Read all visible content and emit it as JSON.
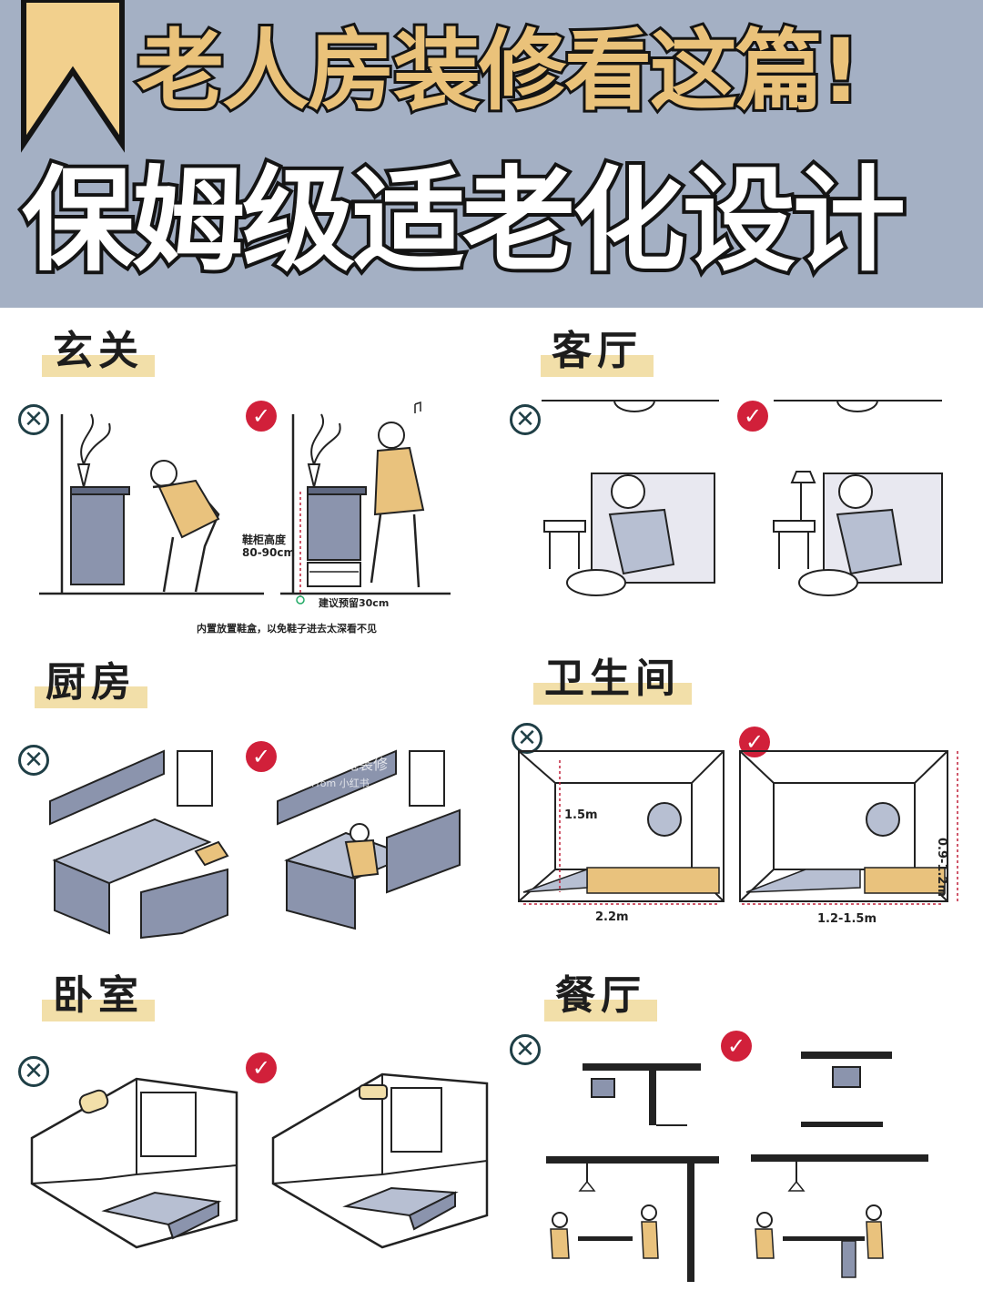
{
  "header": {
    "title_line1": "老人房装修看这篇!",
    "title_line2": "保姆级适老化设计",
    "bg_color": "#a4b0c4",
    "accent_color": "#eac27a"
  },
  "icons": {
    "wrong": "x-circle-icon",
    "right": "check-circle-icon"
  },
  "sections": {
    "entry": {
      "label": "玄关",
      "cabinet_height_label": "鞋柜高度",
      "cabinet_height_value": "80-90cm",
      "reserve_note": "建议预留30cm",
      "bottom_note": "内置放置鞋盒，以免鞋子进去太深看不见"
    },
    "living": {
      "label": "客厅"
    },
    "kitchen": {
      "label": "厨房",
      "watermark": "土巴兔装修",
      "watermark_from": "From 小红书"
    },
    "bathroom": {
      "label": "卫生间",
      "height_left": "1.5m",
      "width_left": "2.2m",
      "width_right": "1.2-1.5m",
      "height_right": "0.9-1.2m"
    },
    "bedroom": {
      "label": "卧室"
    },
    "dining": {
      "label": "餐厅"
    }
  },
  "colors": {
    "cabinet": "#8b94ad",
    "figure_shirt": "#e9c27d",
    "bad_mark": "#1f3f46",
    "good_mark": "#d1203a",
    "dim_line": "#c0203a"
  }
}
